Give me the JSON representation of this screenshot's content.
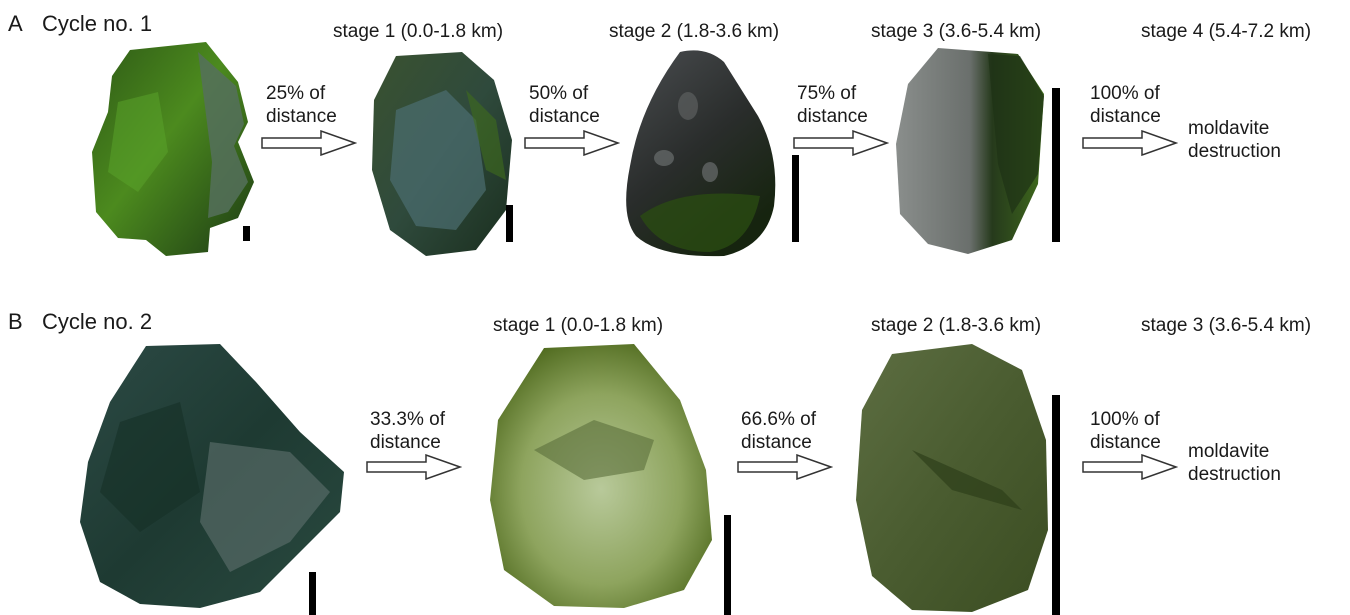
{
  "panels": [
    {
      "letter": "A",
      "title": "Cycle no. 1",
      "stages": [
        "stage 1 (0.0-1.8 km)",
        "stage 2 (1.8-3.6 km)",
        "stage 3 (3.6-5.4 km)",
        "stage 4 (5.4-7.2 km)"
      ],
      "arrows": [
        {
          "line1": "25% of",
          "line2": "distance"
        },
        {
          "line1": "50% of",
          "line2": "distance"
        },
        {
          "line1": "75% of",
          "line2": "distance"
        },
        {
          "line1": "100% of",
          "line2": "distance"
        }
      ],
      "end": {
        "line1": "moldavite",
        "line2": "destruction"
      }
    },
    {
      "letter": "B",
      "title": "Cycle no. 2",
      "stages": [
        "stage 1 (0.0-1.8 km)",
        "stage 2 (1.8-3.6 km)",
        "stage 3 (3.6-5.4 km)"
      ],
      "arrows": [
        {
          "line1": "33.3% of",
          "line2": "distance"
        },
        {
          "line1": "66.6% of",
          "line2": "distance"
        },
        {
          "line1": "100% of",
          "line2": "distance"
        }
      ],
      "end": {
        "line1": "moldavite",
        "line2": "destruction"
      }
    }
  ],
  "colors": {
    "moldavite_dark": "#1f3a1a",
    "moldavite_green": "#3f6b1c",
    "moldavite_light": "#7f9a4a",
    "grey_face": "#6e7570",
    "scale_bar": "#000000"
  }
}
